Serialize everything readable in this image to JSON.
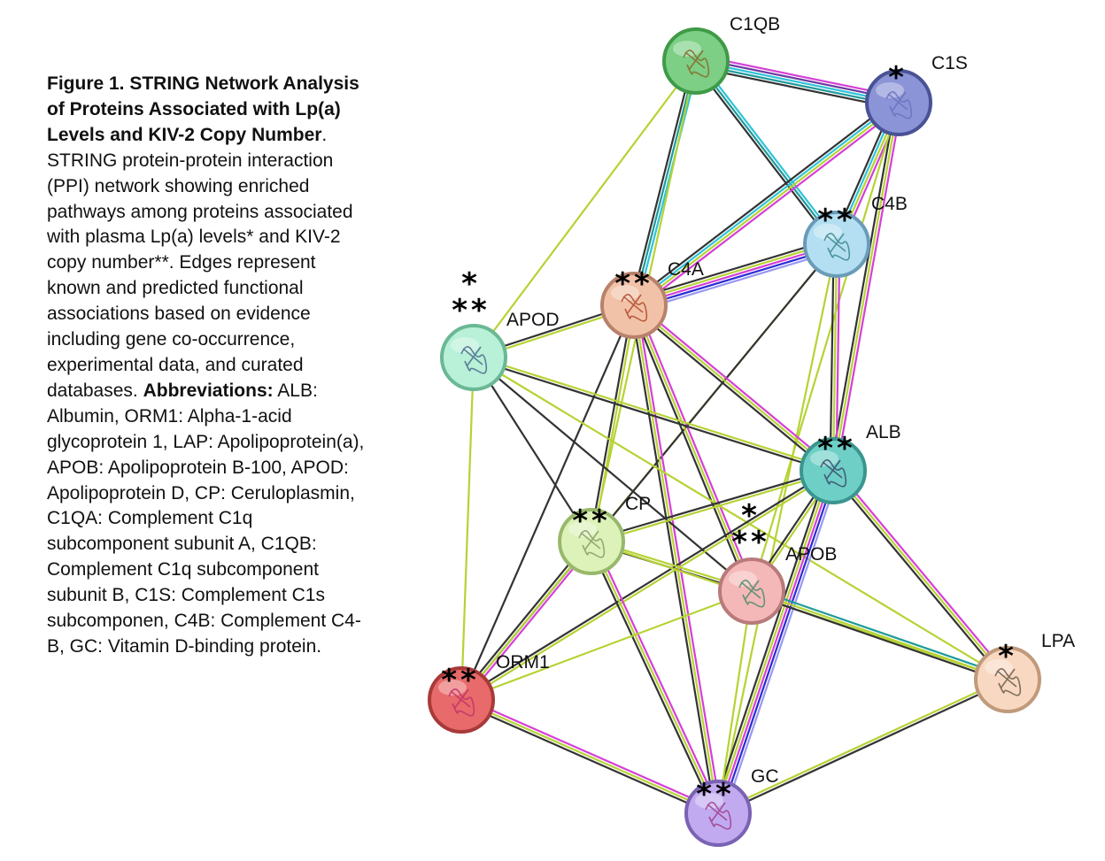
{
  "caption": {
    "title": "Figure 1. STRING Network Analysis of Proteins Associated with Lp(a) Levels and KIV-2 Copy Number",
    "body": ". STRING protein-protein interaction (PPI) network showing enriched pathways among proteins associated with plasma Lp(a) levels* and KIV-2 copy number**. Edges represent known and predicted functional associations based on evidence including gene co-occurrence, experimental data, and curated databases. ",
    "abbr_heading": "Abbreviations:",
    "abbr_text": " ALB: Albumin, ORM1: Alpha-1-acid glycoprotein 1, LAP: Apolipoprotein(a), APOB: Apolipoprotein B-100, APOD: Apolipoprotein D, CP: Ceruloplasmin, C1QA: Complement C1q subcomponent subunit A, C1QB: Complement C1q subcomponent subunit B, C1S: Complement C1s subcomponen, C4B: Complement C4-B, GC: Vitamin D-binding protein."
  },
  "network": {
    "nodes": [
      {
        "id": "C1QB",
        "label": "C1QB",
        "stars": "",
        "fill": "#7ccf84",
        "stroke": "#3f9a48",
        "glyph": "#8a6a2a"
      },
      {
        "id": "C1S",
        "label": "C1S",
        "stars": "*",
        "fill": "#8a94d6",
        "stroke": "#4a5296",
        "glyph": "#6a72c0"
      },
      {
        "id": "C4B",
        "label": "C4B",
        "stars": "**",
        "fill": "#b4dff2",
        "stroke": "#6a9cb8",
        "glyph": "#3a8a8a"
      },
      {
        "id": "C4A",
        "label": "C4A",
        "stars": "**",
        "fill": "#f2c2a8",
        "stroke": "#b8826a",
        "glyph": "#b04a2a"
      },
      {
        "id": "APOD",
        "label": "APOD",
        "stars": "*\n**",
        "fill": "#b8f0d8",
        "stroke": "#6ab894",
        "glyph": "#4a6a8a"
      },
      {
        "id": "ALB",
        "label": "ALB",
        "stars": "**",
        "fill": "#6ecfc6",
        "stroke": "#3a968e",
        "glyph": "#3a4a6a"
      },
      {
        "id": "CP",
        "label": "CP",
        "stars": "**",
        "fill": "#dcf2b8",
        "stroke": "#98b86a",
        "glyph": "#8a9a6a"
      },
      {
        "id": "APOB",
        "label": "APOB",
        "stars": "*\n**",
        "fill": "#f5b8b8",
        "stroke": "#b87a7a",
        "glyph": "#4a8a6a"
      },
      {
        "id": "LPA",
        "label": "LPA",
        "stars": "*",
        "fill": "#f8d8c0",
        "stroke": "#c09a7a",
        "glyph": "#6a5a4a"
      },
      {
        "id": "ORM1",
        "label": "ORM1",
        "stars": "**",
        "fill": "#e86a6a",
        "stroke": "#a83a3a",
        "glyph": "#c0306a"
      },
      {
        "id": "GC",
        "label": "GC",
        "stars": "**",
        "fill": "#c2aaf0",
        "stroke": "#7a62b4",
        "glyph": "#a0408a"
      }
    ],
    "edges": [
      {
        "from": "C1QB",
        "to": "C1S",
        "types": [
          "magenta",
          "purple",
          "cyan",
          "teal",
          "dark"
        ]
      },
      {
        "from": "C1QB",
        "to": "C4B",
        "types": [
          "cyan",
          "teal",
          "dark"
        ]
      },
      {
        "from": "C1QB",
        "to": "C4A",
        "types": [
          "cyan",
          "teal",
          "dark"
        ]
      },
      {
        "from": "C1QB",
        "to": "APOD",
        "types": [
          "lime"
        ]
      },
      {
        "from": "C1QB",
        "to": "CP",
        "types": [
          "lime"
        ]
      },
      {
        "from": "C1S",
        "to": "C4B",
        "types": [
          "magenta",
          "lime",
          "cyan",
          "dark"
        ]
      },
      {
        "from": "C1S",
        "to": "C4A",
        "types": [
          "magenta",
          "lime",
          "cyan",
          "dark"
        ]
      },
      {
        "from": "C1S",
        "to": "ALB",
        "types": [
          "magenta",
          "lime",
          "dark"
        ]
      },
      {
        "from": "C1S",
        "to": "APOB",
        "types": [
          "lime"
        ]
      },
      {
        "from": "C4B",
        "to": "C4A",
        "types": [
          "lilac",
          "blue",
          "magenta",
          "lime",
          "dark"
        ]
      },
      {
        "from": "C4B",
        "to": "ALB",
        "types": [
          "magenta",
          "lime",
          "dark"
        ]
      },
      {
        "from": "C4B",
        "to": "CP",
        "types": [
          "lime"
        ]
      },
      {
        "from": "C4B",
        "to": "ORM1",
        "types": [
          "dark"
        ]
      },
      {
        "from": "C4B",
        "to": "GC",
        "types": [
          "lime"
        ]
      },
      {
        "from": "C4A",
        "to": "APOD",
        "types": [
          "lime",
          "dark"
        ]
      },
      {
        "from": "C4A",
        "to": "ALB",
        "types": [
          "magenta",
          "lime",
          "dark"
        ]
      },
      {
        "from": "C4A",
        "to": "CP",
        "types": [
          "lime",
          "dark"
        ]
      },
      {
        "from": "C4A",
        "to": "APOB",
        "types": [
          "magenta",
          "lime",
          "dark"
        ]
      },
      {
        "from": "C4A",
        "to": "ORM1",
        "types": [
          "dark"
        ]
      },
      {
        "from": "C4A",
        "to": "GC",
        "types": [
          "magenta",
          "lime",
          "dark"
        ]
      },
      {
        "from": "APOD",
        "to": "ALB",
        "types": [
          "lime",
          "dark"
        ]
      },
      {
        "from": "APOD",
        "to": "CP",
        "types": [
          "dark"
        ]
      },
      {
        "from": "APOD",
        "to": "APOB",
        "types": [
          "dark"
        ]
      },
      {
        "from": "APOD",
        "to": "ORM1",
        "types": [
          "lime"
        ]
      },
      {
        "from": "APOD",
        "to": "LPA",
        "types": [
          "lime"
        ]
      },
      {
        "from": "ALB",
        "to": "CP",
        "types": [
          "lime",
          "dark"
        ]
      },
      {
        "from": "ALB",
        "to": "APOB",
        "types": [
          "lime",
          "dark"
        ]
      },
      {
        "from": "ALB",
        "to": "LPA",
        "types": [
          "magenta",
          "lime",
          "dark"
        ]
      },
      {
        "from": "ALB",
        "to": "ORM1",
        "types": [
          "lime",
          "dark"
        ]
      },
      {
        "from": "ALB",
        "to": "GC",
        "types": [
          "lilac",
          "blue",
          "magenta",
          "lime",
          "dark"
        ]
      },
      {
        "from": "CP",
        "to": "APOB",
        "types": [
          "lime",
          "dark"
        ]
      },
      {
        "from": "CP",
        "to": "ORM1",
        "types": [
          "magenta",
          "lime",
          "dark"
        ]
      },
      {
        "from": "CP",
        "to": "GC",
        "types": [
          "magenta",
          "lime",
          "dark"
        ]
      },
      {
        "from": "CP",
        "to": "LPA",
        "types": [
          "lime"
        ]
      },
      {
        "from": "APOB",
        "to": "LPA",
        "types": [
          "teal",
          "lime",
          "dark"
        ]
      },
      {
        "from": "APOB",
        "to": "GC",
        "types": [
          "lime"
        ]
      },
      {
        "from": "APOB",
        "to": "ORM1",
        "types": [
          "lime"
        ]
      },
      {
        "from": "ORM1",
        "to": "GC",
        "types": [
          "magenta",
          "lime",
          "dark"
        ]
      },
      {
        "from": "GC",
        "to": "LPA",
        "types": [
          "lime",
          "dark"
        ]
      }
    ],
    "edge_colors": {
      "dark": "#333333",
      "lime": "#b5d334",
      "magenta": "#d63fd6",
      "purple": "#6a3aa0",
      "cyan": "#2fc3d8",
      "teal": "#1f9a9a",
      "blue": "#2a2ad6",
      "lilac": "#9898f0"
    }
  }
}
